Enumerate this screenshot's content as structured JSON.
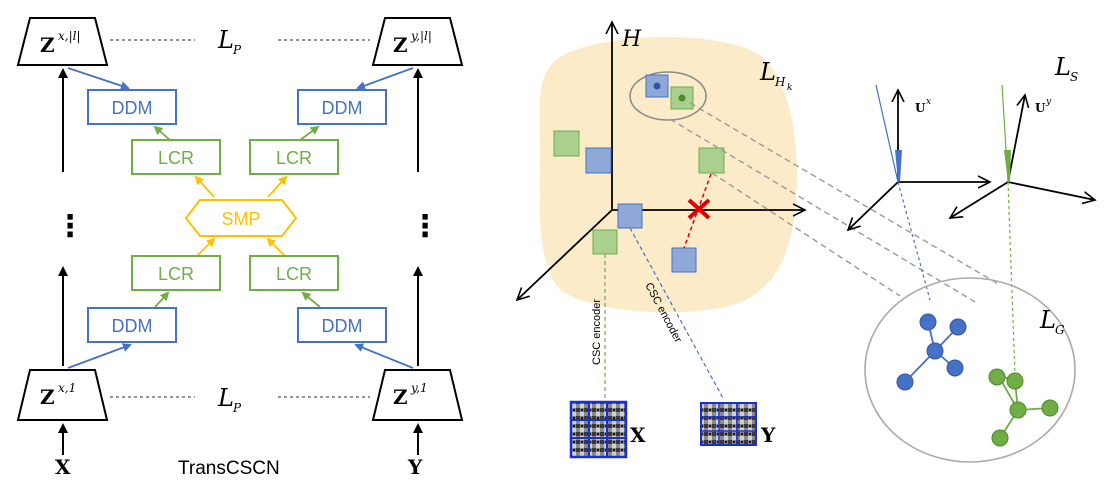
{
  "left": {
    "caption": "TransCSCN",
    "top_left_z": "Z",
    "top_left_sup": "x,|l|",
    "top_right_z": "Z",
    "top_right_sup": "y,|l|",
    "bot_left_z": "Z",
    "bot_left_sup": "x,1",
    "bot_right_z": "Z",
    "bot_right_sup": "y,1",
    "loss_p_main": "L",
    "loss_p_sub": "P",
    "ddm": "DDM",
    "lcr": "LCR",
    "smp": "SMP",
    "input_x": "X",
    "input_y": "Y",
    "ellipsis": "⋮"
  },
  "right": {
    "h_label": "H",
    "loss_hk_main": "L",
    "loss_hk_sub": "H",
    "loss_hk_subsub": "k",
    "loss_s_main": "L",
    "loss_s_sub": "S",
    "loss_g_main": "L",
    "loss_g_sub": "G",
    "ux_main": "U",
    "ux_sup": "x",
    "uy_main": "U",
    "uy_sup": "y",
    "csc_encoder_1": "CSC encoder",
    "csc_encoder_2": "CSC encoder",
    "patch_x": "X",
    "patch_y": "Y"
  },
  "colors": {
    "blue": "#4472c4",
    "green": "#70ad47",
    "gold": "#ffc000",
    "blob": "#fbe8c0",
    "red": "#e00000"
  }
}
